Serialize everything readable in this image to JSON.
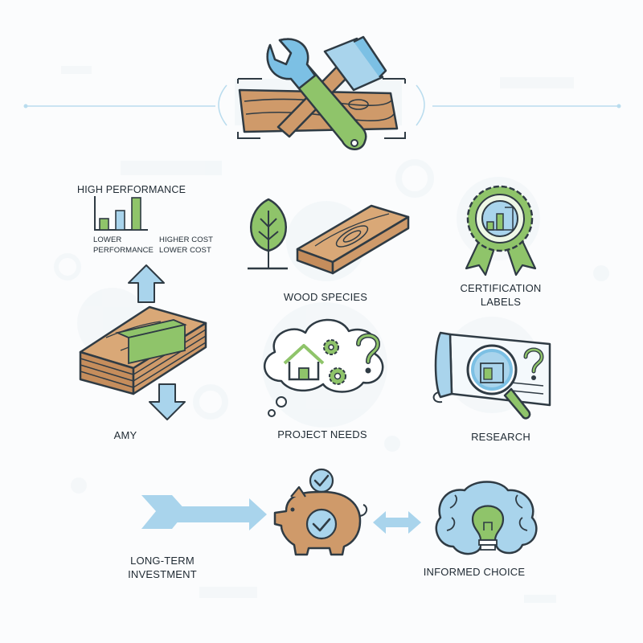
{
  "labels": {
    "high_performance": "HIGH PERFORMANCE",
    "lower_performance_1": "LOWER",
    "lower_performance_2": "PERFORMANCE",
    "higher_cost": "HIGHER COST",
    "lower_cost": "LOWER COST",
    "wood_species": "WOOD SPECIES",
    "certification_1": "CERTIFICATION",
    "certification_2": "LABELS",
    "amy": "AMY",
    "project_needs": "PROJECT NEEDS",
    "research": "RESEARCH",
    "long_term_1": "LONG-TERM",
    "long_term_2": "INVESTMENT",
    "informed_choice": "INFORMED CHOICE"
  },
  "colors": {
    "ink": "#2f3b44",
    "wood": "#cf9a6a",
    "green": "#8fc46a",
    "blue": "#a9d4ec",
    "wrench": "#7cc0e4"
  }
}
